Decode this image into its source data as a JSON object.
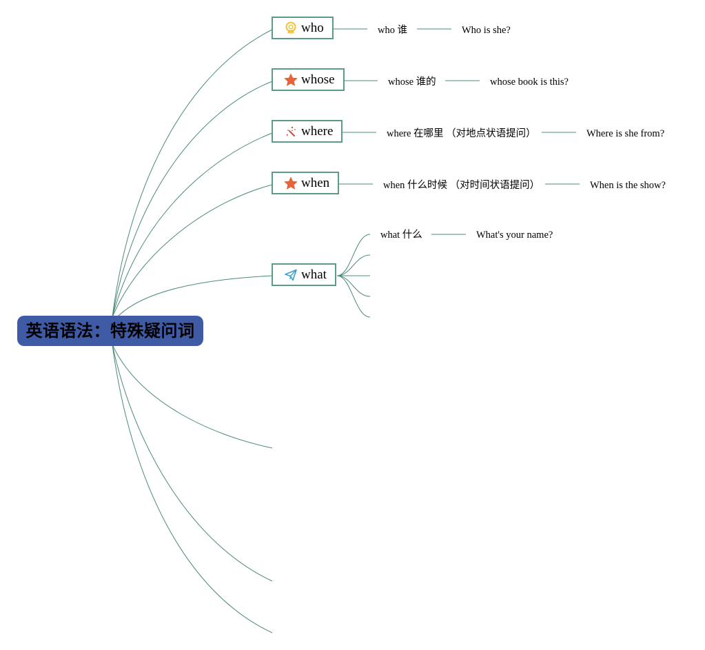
{
  "root": {
    "title": "英语语法：特殊疑问词"
  },
  "colors": {
    "root_fill": "#3f5ba6",
    "node_border": "#5b9a88",
    "line": "#4a8a78"
  },
  "branches": [
    {
      "label": "who",
      "icon": "award-ribbon-icon",
      "meaning": "who 谁",
      "example": "Who is she?"
    },
    {
      "label": "whose",
      "icon": "star-icon",
      "meaning": "whose 谁的",
      "example": "whose book is this?"
    },
    {
      "label": "where",
      "icon": "magic-wand-icon",
      "meaning": "where 在哪里 （对地点状语提问）",
      "example": "Where is she from?"
    },
    {
      "label": "when",
      "icon": "star-icon",
      "meaning": "when 什么时候 （对时间状语提问）",
      "example": "When is the show?"
    },
    {
      "label": "what",
      "icon": "paper-plane-icon",
      "meaning": "what 什么",
      "example": "What's your name?"
    }
  ]
}
